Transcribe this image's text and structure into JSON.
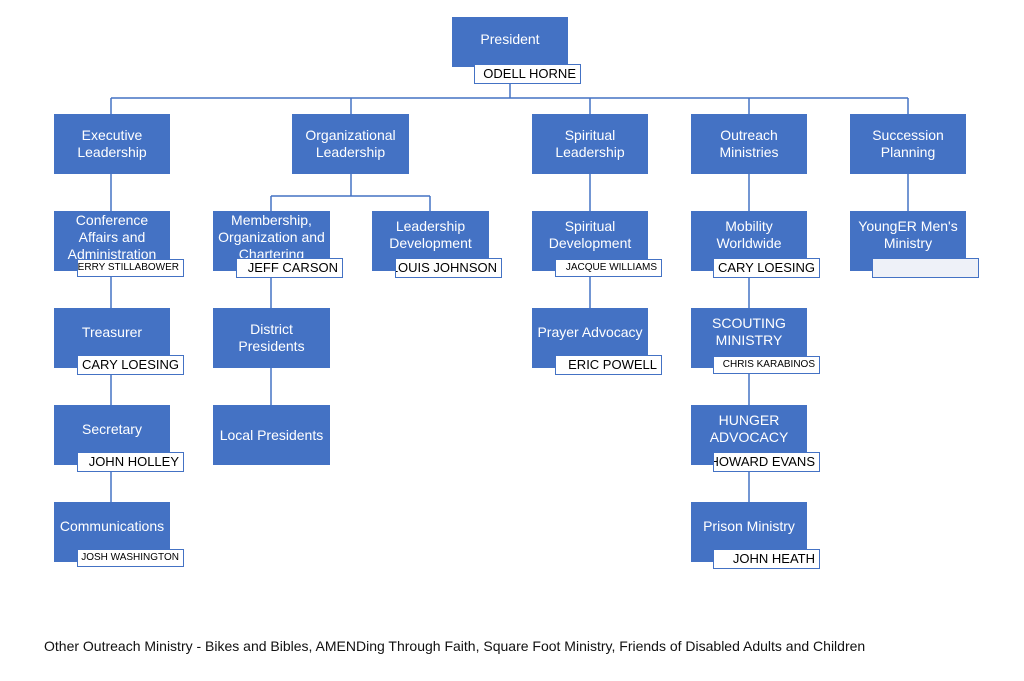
{
  "colors": {
    "box": "#4472c4",
    "line": "#4472c4",
    "tag_border": "#4472c4"
  },
  "president": {
    "title": "President",
    "name": "ODELL HORNE"
  },
  "executive": {
    "title": "Executive\nLeadership",
    "conference": {
      "title": "Conference\nAffairs and\nAdministration",
      "name": "JERRY STILLABOWER"
    },
    "treasurer": {
      "title": "Treasurer",
      "name": "CARY LOESING"
    },
    "secretary": {
      "title": "Secretary",
      "name": "JOHN HOLLEY"
    },
    "communications": {
      "title": "Communications",
      "name": "JOSH WASHINGTON"
    }
  },
  "organizational": {
    "title": "Organizational\nLeadership",
    "membership": {
      "title": "Membership,\nOrganization and\nChartering",
      "name": "JEFF CARSON"
    },
    "leadership_dev": {
      "title": "Leadership\nDevelopment",
      "name": "LOUIS JOHNSON"
    },
    "district": {
      "title": "District Presidents"
    },
    "local": {
      "title": "Local Presidents"
    }
  },
  "spiritual": {
    "title": "Spiritual\nLeadership",
    "development": {
      "title": "Spiritual\nDevelopment",
      "name": "JACQUE WILLIAMS"
    },
    "prayer": {
      "title": "Prayer Advocacy",
      "name": "ERIC POWELL"
    }
  },
  "outreach": {
    "title": "Outreach\nMinistries",
    "mobility": {
      "title": "Mobility\nWorldwide",
      "name": "CARY LOESING"
    },
    "scouting": {
      "title": "SCOUTING\nMINISTRY",
      "name": "CHRIS KARABINOS"
    },
    "hunger": {
      "title": "HUNGER\nADVOCACY",
      "name": "HOWARD EVANS"
    },
    "prison": {
      "title": "Prison Ministry",
      "name": "JOHN HEATH"
    }
  },
  "succession": {
    "title": "Succession\nPlanning",
    "younger": {
      "title": "YoungER Men's\nMinistry",
      "name": ""
    }
  },
  "footnote": "Other Outreach Ministry - Bikes and Bibles, AMENDing Through Faith, Square Foot Ministry, Friends of Disabled Adults and Children"
}
